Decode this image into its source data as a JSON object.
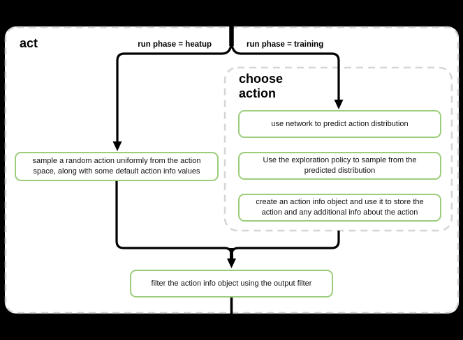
{
  "diagram": {
    "title": "act",
    "branch_labels": {
      "heatup": "run phase = heatup",
      "training": "run phase = training"
    },
    "nodes": {
      "sample_random": "sample a random action uniformly from the action space, along with some default action info values",
      "filter_output": "filter the action info object using the output filter"
    },
    "choose_action": {
      "title": "choose action",
      "steps": [
        "use network to predict action distribution",
        "Use the exploration policy to sample from the predicted distribution",
        "create an action info object and use it to store the action and any additional info about the action"
      ]
    },
    "colors": {
      "node_border": "#9ccd7b",
      "connector": "#000000",
      "dashed_border": "#d5d5d5",
      "canvas": "#ffffff",
      "background": "#000000"
    }
  }
}
